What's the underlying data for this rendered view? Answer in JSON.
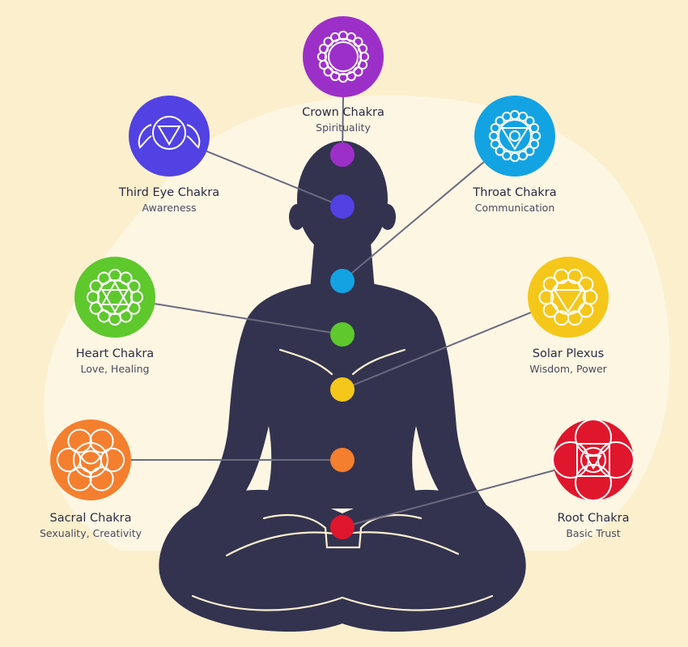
{
  "diagram": {
    "chakras": [
      {
        "id": "crown",
        "name": "Crown Chakra",
        "desc": "Spirituality",
        "color": "#9d2fc9",
        "icon": "lotus-circle-icon"
      },
      {
        "id": "third-eye",
        "name": "Third Eye Chakra",
        "desc": "Awareness",
        "color": "#5241e3",
        "icon": "winged-triangle-icon"
      },
      {
        "id": "throat",
        "name": "Throat Chakra",
        "desc": "Communication",
        "color": "#13a3e3",
        "icon": "lotus-triangle-icon"
      },
      {
        "id": "heart",
        "name": "Heart Chakra",
        "desc": "Love, Healing",
        "color": "#5ec82d",
        "icon": "hexagram-lotus-icon"
      },
      {
        "id": "solar-plexus",
        "name": "Solar Plexus",
        "desc": "Wisdom, Power",
        "color": "#f5c71a",
        "icon": "triangle-lotus-icon"
      },
      {
        "id": "sacral",
        "name": "Sacral Chakra",
        "desc": "Sexuality, Creativity",
        "color": "#f47f2f",
        "icon": "crescent-lotus-icon"
      },
      {
        "id": "root",
        "name": "Root Chakra",
        "desc": "Basic Trust",
        "color": "#e0162c",
        "icon": "square-lotus-icon"
      }
    ],
    "colors": {
      "background": "#fbefce",
      "blob": "#fdf6e3",
      "silhouette": "#33334f",
      "outline": "#fbefce",
      "connector": "#6b6b80"
    }
  }
}
